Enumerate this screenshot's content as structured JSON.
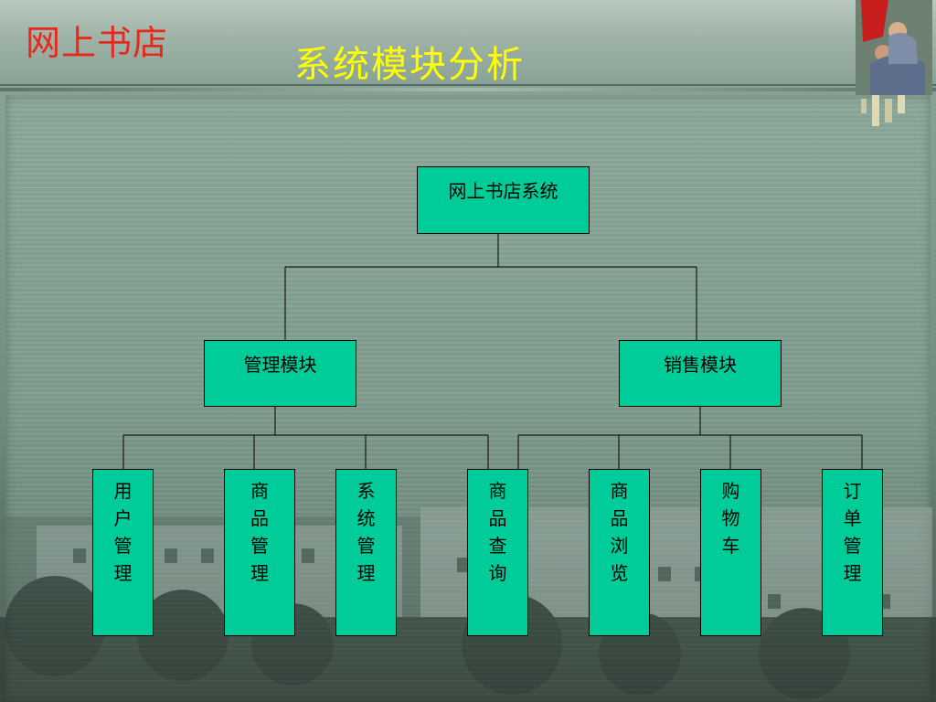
{
  "header": {
    "app_title": "网上书店",
    "slide_title": "系统模块分析"
  },
  "diagram": {
    "root": "网上书店系统",
    "modules": [
      "管理模块",
      "销售模块"
    ],
    "leaves": {
      "user_mgmt": "用户管理",
      "goods_mgmt": "商品管理",
      "system_mgmt": "系统管理",
      "goods_query": "商品查询",
      "goods_browse": "商品浏览",
      "shopping_cart": "购物车",
      "order_mgmt": "订单管理"
    }
  },
  "colors": {
    "node_fill": "#00cc99",
    "app_title": "#e8281a",
    "slide_title": "#ffff00"
  }
}
